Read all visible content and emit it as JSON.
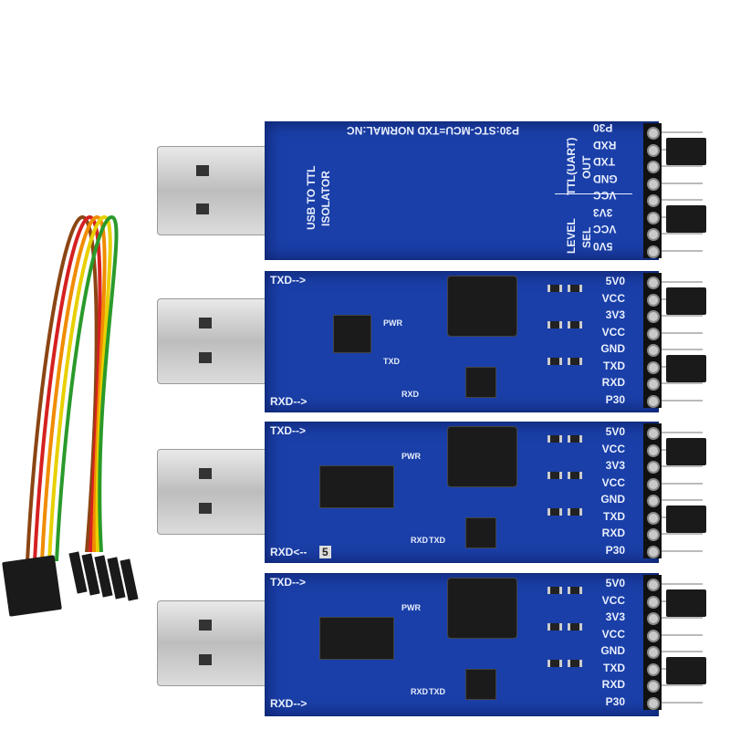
{
  "boards": [
    {
      "label": "USB TO TTL",
      "label2": "ISOLATOR",
      "note": "P30:STC-MCU=TXD NORMAL:NC",
      "group1": "TTL(UART)",
      "group1b": "OUT",
      "group2": "LEVEL",
      "group2b": "SEL",
      "pins": [
        "P30",
        "RXD",
        "TXD",
        "GND",
        "VCC",
        "3V3",
        "VCC",
        "5V0"
      ]
    },
    {
      "txd": "TXD-->",
      "rxd": "RXD-->",
      "pwr": "PWR",
      "led_txd": "TXD",
      "led_rxd": "RXD",
      "pins": [
        "5V0",
        "VCC",
        "3V3",
        "VCC",
        "GND",
        "TXD",
        "RXD",
        "P30"
      ]
    },
    {
      "txd": "TXD-->",
      "rxd": "RXD<--",
      "pwr": "PWR",
      "led_txd": "TXD",
      "led_rxd": "RXD",
      "mark": "5",
      "pins": [
        "5V0",
        "VCC",
        "3V3",
        "VCC",
        "GND",
        "TXD",
        "RXD",
        "P30"
      ]
    },
    {
      "txd": "TXD-->",
      "rxd": "RXD-->",
      "pwr": "PWR",
      "led_txd": "TXD",
      "led_rxd": "RXD",
      "pins": [
        "5V0",
        "VCC",
        "3V3",
        "VCC",
        "GND",
        "TXD",
        "RXD",
        "P30"
      ]
    }
  ],
  "colors": {
    "pcb": "#1a3fa8",
    "wires": [
      "#8b4513",
      "#d62020",
      "#f08c00",
      "#e8d000",
      "#2a9a2a"
    ]
  }
}
